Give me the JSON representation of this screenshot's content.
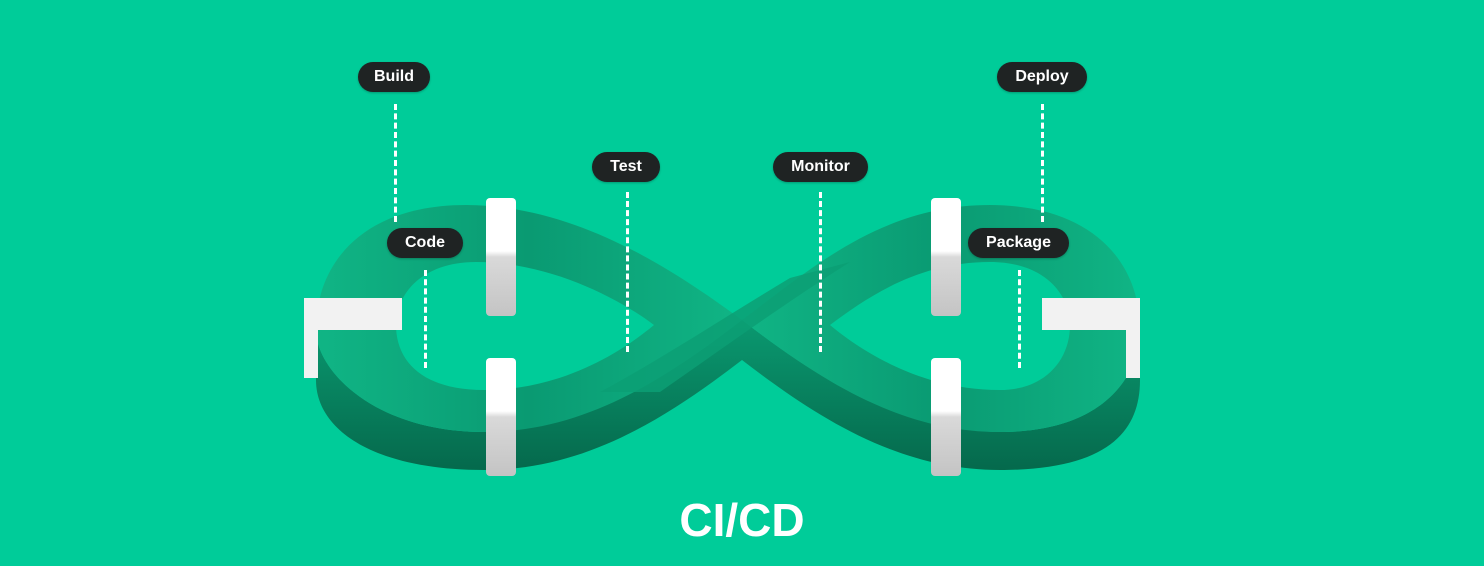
{
  "colors": {
    "background": "#00CC99",
    "loop_top": "#0BA87A",
    "loop_side": "#067A59",
    "pill": "#1F2323",
    "text": "#FFFFFF"
  },
  "diagram": {
    "title": "CI/CD",
    "stages": [
      {
        "label": "Build"
      },
      {
        "label": "Code"
      },
      {
        "label": "Test"
      },
      {
        "label": "Monitor"
      },
      {
        "label": "Deploy"
      },
      {
        "label": "Package"
      }
    ]
  }
}
